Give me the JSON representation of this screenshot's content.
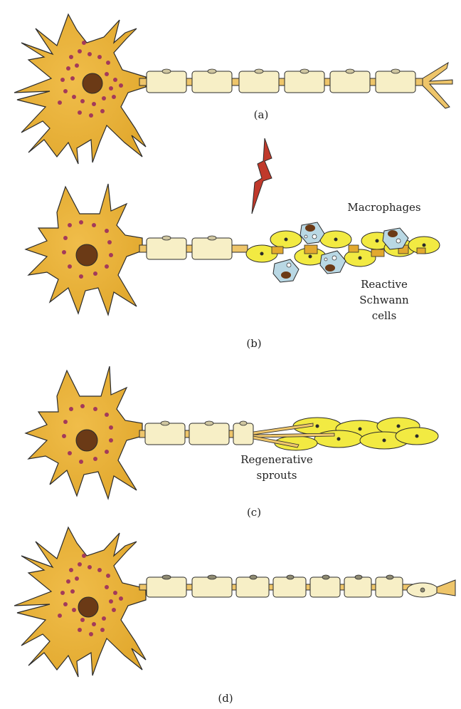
{
  "panels": [
    {
      "label": "(a)"
    },
    {
      "label": "(b)",
      "annotations": [
        "Macrophages",
        "Reactive",
        "Schwann",
        "cells"
      ]
    },
    {
      "label": "(c)",
      "annotations": [
        "Regenerative",
        "sprouts"
      ]
    },
    {
      "label": "(d)"
    }
  ],
  "colors": {
    "soma": "#e8b13c",
    "nucleus": "#6b3a16",
    "granule": "#a33a5a",
    "myelin": "#f7efc6",
    "axon": "#eec56a",
    "schwann_reactive": "#f2ea42",
    "macrophage": "#b9d8e4",
    "lightning": "#c0392b",
    "outline": "#2b2b2b"
  },
  "icons": [
    "lightning-bolt-injury"
  ]
}
